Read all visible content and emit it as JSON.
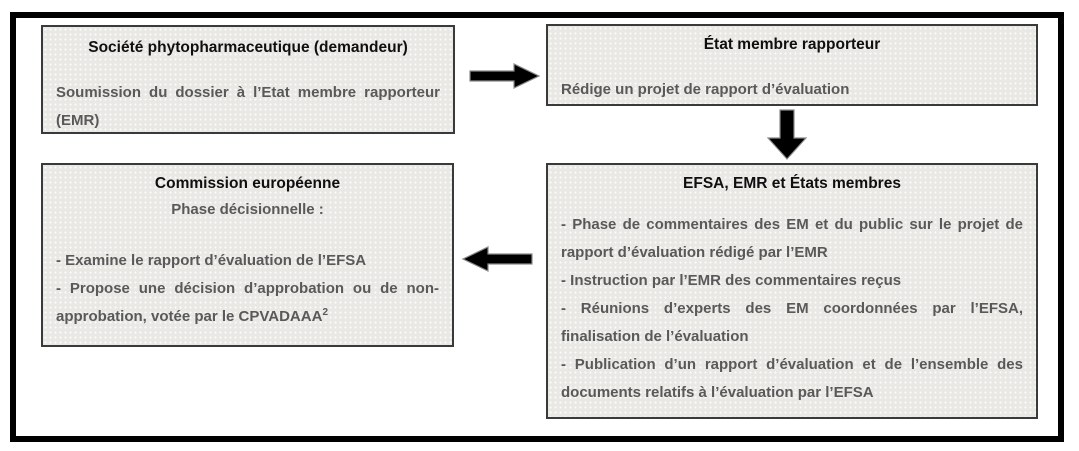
{
  "diagram": {
    "boxes": {
      "applicant": {
        "title": "Société phytopharmaceutique (demandeur)",
        "body": "Soumission du dossier à l’Etat membre rapporteur (EMR)"
      },
      "rapporteur": {
        "title": "État membre rapporteur",
        "body": "Rédige un projet de rapport d’évaluation"
      },
      "efsa": {
        "title": "EFSA, EMR et États membres",
        "items": [
          "- Phase de commentaires des EM et du public sur le projet de rapport d’évaluation rédigé par l’EMR",
          "- Instruction par l’EMR des commentaires reçus",
          "- Réunions d’experts des EM coordonnées par l’EFSA, finalisation de l’évaluation",
          "- Publication d’un rapport d’évaluation et de l’ensemble des documents relatifs à l’évaluation par l’EFSA"
        ]
      },
      "commission": {
        "title": "Commission européenne",
        "subtitle": "Phase décisionnelle :",
        "items": [
          "- Examine le rapport d’évaluation de l’EFSA",
          "- Propose une décision d’approbation ou de non-approbation, votée par le CPVADAAA"
        ],
        "footnote_sup": "2"
      }
    },
    "arrows": {
      "right": "applicant-to-rapporteur",
      "down": "rapporteur-to-efsa",
      "left": "efsa-to-commission"
    },
    "colors": {
      "box_fill": "#e9e8e5",
      "box_border": "#3a3a3a",
      "title_text": "#0f0f0f",
      "body_text": "#595959",
      "arrow": "#000000",
      "frame": "#000000"
    }
  }
}
